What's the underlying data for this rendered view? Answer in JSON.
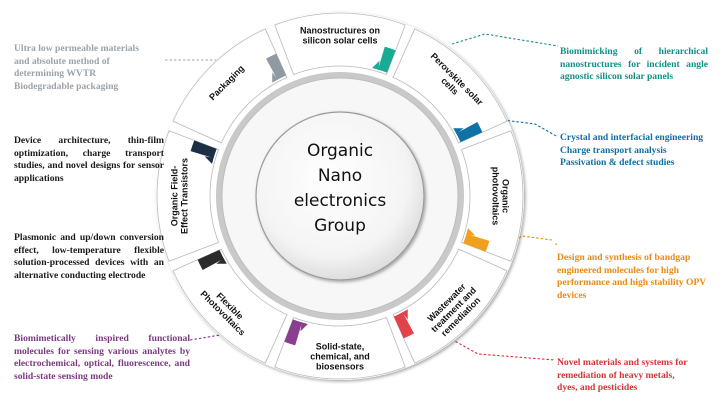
{
  "hub": {
    "line1": "Organic",
    "line2": "Nano",
    "line3": "electronics",
    "line4": "Group"
  },
  "segments": [
    {
      "name": "nanostructures",
      "lines": [
        "Nanostructures on",
        "silicon solar cells"
      ],
      "color": "#1aab94"
    },
    {
      "name": "perovskite",
      "lines": [
        "Perovskite solar",
        "cells"
      ],
      "color": "#0f72a6"
    },
    {
      "name": "organic-pv",
      "lines": [
        "Organic",
        "photovoltaics"
      ],
      "color": "#f0a01c"
    },
    {
      "name": "wastewater",
      "lines": [
        "Wastewater",
        "treatment and",
        "remediation"
      ],
      "color": "#e2424a"
    },
    {
      "name": "sensors",
      "lines": [
        "Solid-state,",
        "chemical, and",
        "biosensors"
      ],
      "color": "#8b3e8f"
    },
    {
      "name": "flexible-pv",
      "lines": [
        "Flexible",
        "Photovoltaics"
      ],
      "color": "#2b2b2b"
    },
    {
      "name": "ofet",
      "lines": [
        "Organic Field-",
        "Effect Transistors"
      ],
      "color": "#1c2f45"
    },
    {
      "name": "packaging",
      "lines": [
        "Packaging"
      ],
      "color": "#8f9aa3"
    }
  ],
  "notes": {
    "packaging": {
      "text": "Ultra low permeable materials\nand absolute method of\ndetermining WVTR\nBiodegradable packaging",
      "color": "#9aa3aa"
    },
    "ofet": {
      "text": "Device architecture, thin-film optimization, charge transport studies, and novel designs for sensor applications",
      "color": "#1a1a1a"
    },
    "flexible": {
      "text": "Plasmonic and up/down conversion effect, low-temperature flexible solution-processed devices with an alternative conducting electrode",
      "color": "#1a1a1a"
    },
    "sensors": {
      "text": "Biomimetically inspired functional molecules for sensing various analytes by electrochemical, optical, fluorescence, and solid-state sensing mode",
      "color": "#7b3a80"
    },
    "nanostructures": {
      "text": "Biomimicking of hierarchical nanostructures for incident angle agnostic silicon solar panels",
      "color": "#158f86"
    },
    "perovskite": {
      "text": "Crystal and interfacial engineering\nCharge transport analysis\nPassivation & defect studies",
      "color": "#0f6ea3"
    },
    "organic_pv": {
      "text": "Design and synthesis of bandgap engineered molecules for high performance and high stability OPV devices",
      "color": "#ea8a17"
    },
    "organic_pv_dot": ".",
    "wastewater": {
      "text": "Novel materials and systems for\nremediation of heavy metals,\ndyes, and pesticides",
      "color": "#d6343a"
    }
  }
}
